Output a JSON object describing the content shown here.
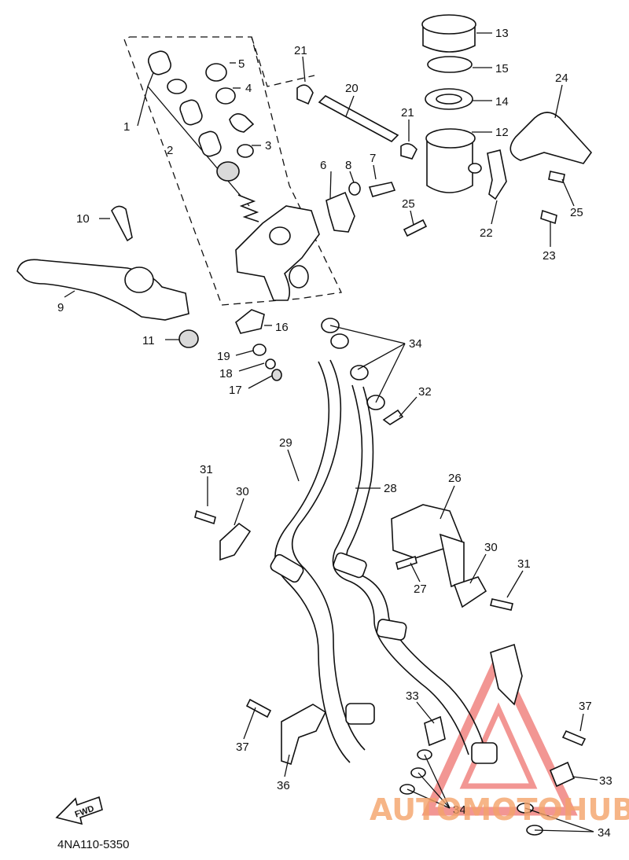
{
  "diagram": {
    "code": "4NA110-5350",
    "fwd_label": "FWD",
    "parts": [
      {
        "id": "p1",
        "label": "1"
      },
      {
        "id": "p2",
        "label": "2"
      },
      {
        "id": "p3",
        "label": "3"
      },
      {
        "id": "p4",
        "label": "4"
      },
      {
        "id": "p5",
        "label": "5"
      },
      {
        "id": "p6",
        "label": "6"
      },
      {
        "id": "p7",
        "label": "7"
      },
      {
        "id": "p8",
        "label": "8"
      },
      {
        "id": "p9",
        "label": "9"
      },
      {
        "id": "p10",
        "label": "10"
      },
      {
        "id": "p11",
        "label": "11"
      },
      {
        "id": "p12",
        "label": "12"
      },
      {
        "id": "p13",
        "label": "13"
      },
      {
        "id": "p14",
        "label": "14"
      },
      {
        "id": "p15",
        "label": "15"
      },
      {
        "id": "p16",
        "label": "16"
      },
      {
        "id": "p17",
        "label": "17"
      },
      {
        "id": "p18",
        "label": "18"
      },
      {
        "id": "p19",
        "label": "19"
      },
      {
        "id": "p20",
        "label": "20"
      },
      {
        "id": "p21a",
        "label": "21"
      },
      {
        "id": "p21b",
        "label": "21"
      },
      {
        "id": "p22",
        "label": "22"
      },
      {
        "id": "p23",
        "label": "23"
      },
      {
        "id": "p24",
        "label": "24"
      },
      {
        "id": "p25a",
        "label": "25"
      },
      {
        "id": "p25b",
        "label": "25"
      },
      {
        "id": "p26",
        "label": "26"
      },
      {
        "id": "p27",
        "label": "27"
      },
      {
        "id": "p28",
        "label": "28"
      },
      {
        "id": "p29",
        "label": "29"
      },
      {
        "id": "p30a",
        "label": "30"
      },
      {
        "id": "p30b",
        "label": "30"
      },
      {
        "id": "p31a",
        "label": "31"
      },
      {
        "id": "p31b",
        "label": "31"
      },
      {
        "id": "p32",
        "label": "32"
      },
      {
        "id": "p33a",
        "label": "33"
      },
      {
        "id": "p33b",
        "label": "33"
      },
      {
        "id": "p34a",
        "label": "34"
      },
      {
        "id": "p34b",
        "label": "34"
      },
      {
        "id": "p34c",
        "label": "34"
      },
      {
        "id": "p36",
        "label": "36"
      },
      {
        "id": "p37a",
        "label": "37"
      },
      {
        "id": "p37b",
        "label": "37"
      }
    ]
  },
  "watermark": {
    "text": "AUTOMOTOHUB",
    "colors": {
      "triangle": "#e8403a",
      "text": "#f4a36a"
    }
  }
}
